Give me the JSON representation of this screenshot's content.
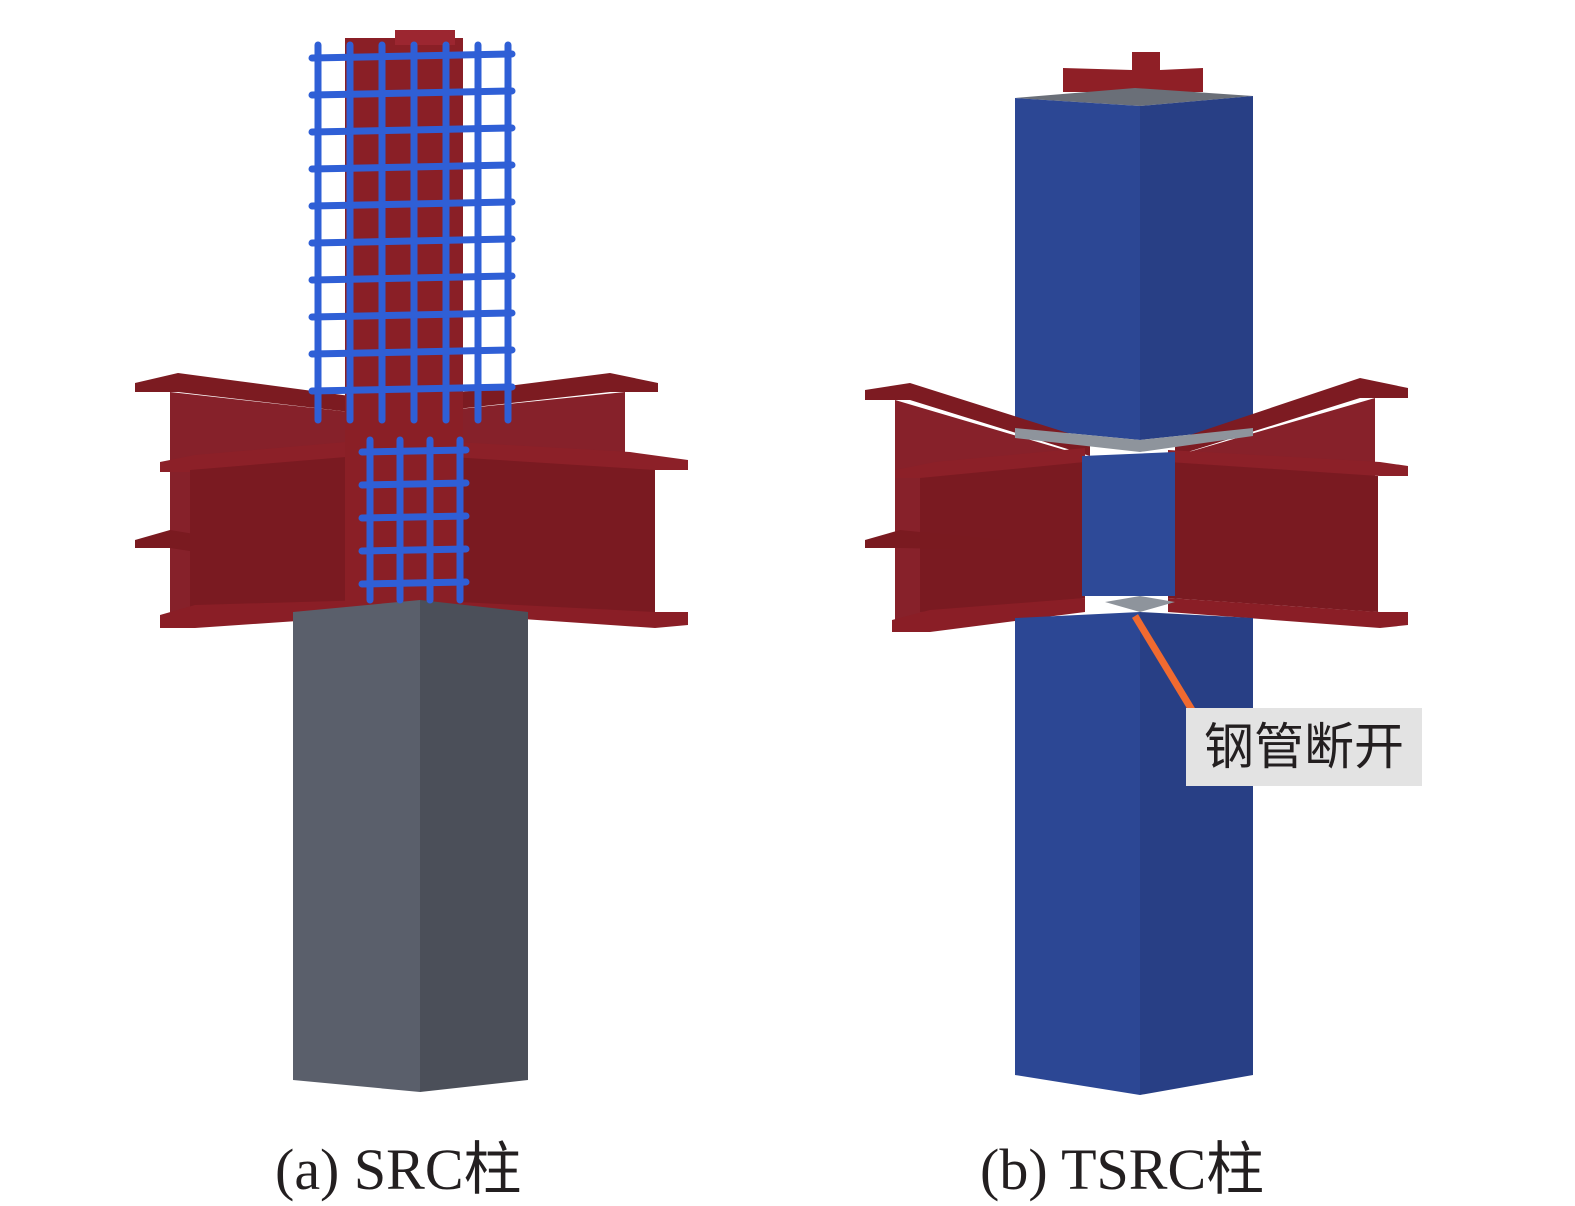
{
  "panels": [
    {
      "id": "a",
      "caption": "(a) SRC柱"
    },
    {
      "id": "b",
      "caption": "(b) TSRC柱"
    }
  ],
  "callout": {
    "text": "钢管断开"
  },
  "colors": {
    "steel_beam": "#8a1f26",
    "steel_beam_dark": "#6e1519",
    "rebar": "#2f5fd6",
    "concrete_column": "#5a5f6b",
    "steel_tube": "#2c4794",
    "gap": "#8e949c",
    "leader_line": "#f06a30"
  }
}
